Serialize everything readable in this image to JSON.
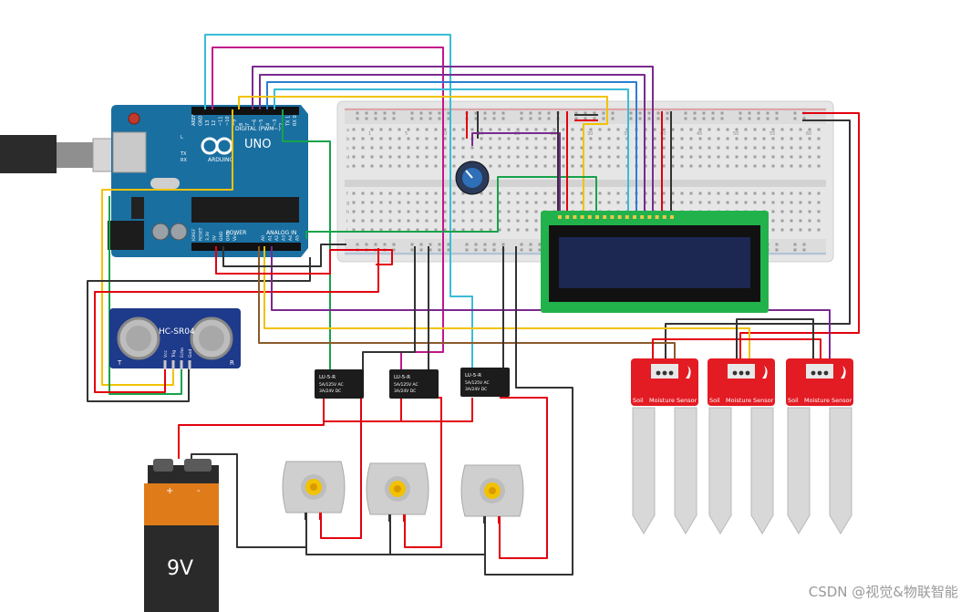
{
  "arduino": {
    "brand": "ARDUINO",
    "model": "UNO",
    "digital_label": "DIGITAL (PWM~)",
    "power_label": "POWER",
    "analog_label": "ANALOG IN",
    "tx": "TX",
    "rx": "RX",
    "l": "L",
    "pin_top": [
      "AREF",
      "GND",
      "13",
      "12",
      "~11",
      "~10",
      "~9",
      "8",
      "7",
      "~6",
      "~5",
      "4",
      "~3",
      "2",
      "TX 1",
      "RX 0"
    ],
    "pin_power": [
      "IOREF",
      "RESET",
      "3.3V",
      "5V",
      "GND",
      "GND",
      "Vin"
    ],
    "pin_analog": [
      "A0",
      "A1",
      "A2",
      "A3",
      "A4",
      "A5"
    ]
  },
  "ultrasonic": {
    "model": "HC-SR04",
    "left": "T",
    "right": "R",
    "pins": [
      "Vcc",
      "Trig",
      "Echo",
      "Gnd"
    ]
  },
  "relays": [
    {
      "title": "LU-5-R",
      "l1": "5A/125V AC",
      "l2": "3A/24V DC"
    },
    {
      "title": "LU-5-R",
      "l1": "5A/125V AC",
      "l2": "3A/24V DC"
    },
    {
      "title": "LU-5-R",
      "l1": "5A/125V AC",
      "l2": "3A/24V DC"
    }
  ],
  "battery": {
    "label": "9V",
    "plus": "+",
    "minus": "-"
  },
  "soil_sensors": [
    {
      "line1": "Soil",
      "line2": "Moisture",
      "line3": "Sensor"
    },
    {
      "line1": "Soil",
      "line2": "Moisture",
      "line3": "Sensor"
    },
    {
      "line1": "Soil",
      "line2": "Moisture",
      "line3": "Sensor"
    }
  ],
  "breadboard": {
    "cols": [
      "1",
      "5",
      "10",
      "15",
      "20",
      "25",
      "30",
      "35",
      "40",
      "45",
      "50",
      "55",
      "60"
    ],
    "rows_left": [
      "a",
      "b",
      "c",
      "d",
      "e"
    ],
    "rows_right": [
      "f",
      "g",
      "h",
      "i",
      "j"
    ]
  },
  "watermark": "CSDN @视觉&物联智能",
  "colors": {
    "red": "#e3000f",
    "black": "#333333",
    "cyan": "#3bbcd6",
    "magenta": "#c2168c",
    "purple": "#7a2a8f",
    "yellow": "#f2c200",
    "green": "#16a34a",
    "blue": "#2b7fd1",
    "brown": "#8b5a2b"
  }
}
